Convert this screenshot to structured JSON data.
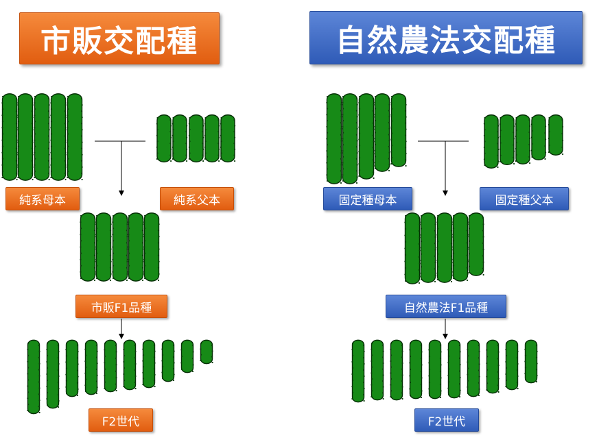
{
  "colors": {
    "orange": "#e8661a",
    "blue": "#3a66c4",
    "cucumber": "#178a17"
  },
  "left": {
    "title": "市販交配種",
    "mother_label": "純系母本",
    "father_label": "純系父本",
    "f1_label": "市販F1品種",
    "f2_label": "F2世代"
  },
  "right": {
    "title": "自然農法交配種",
    "mother_label": "固定種母本",
    "father_label": "固定種父本",
    "f1_label": "自然農法F1品種",
    "f2_label": "F2世代"
  }
}
